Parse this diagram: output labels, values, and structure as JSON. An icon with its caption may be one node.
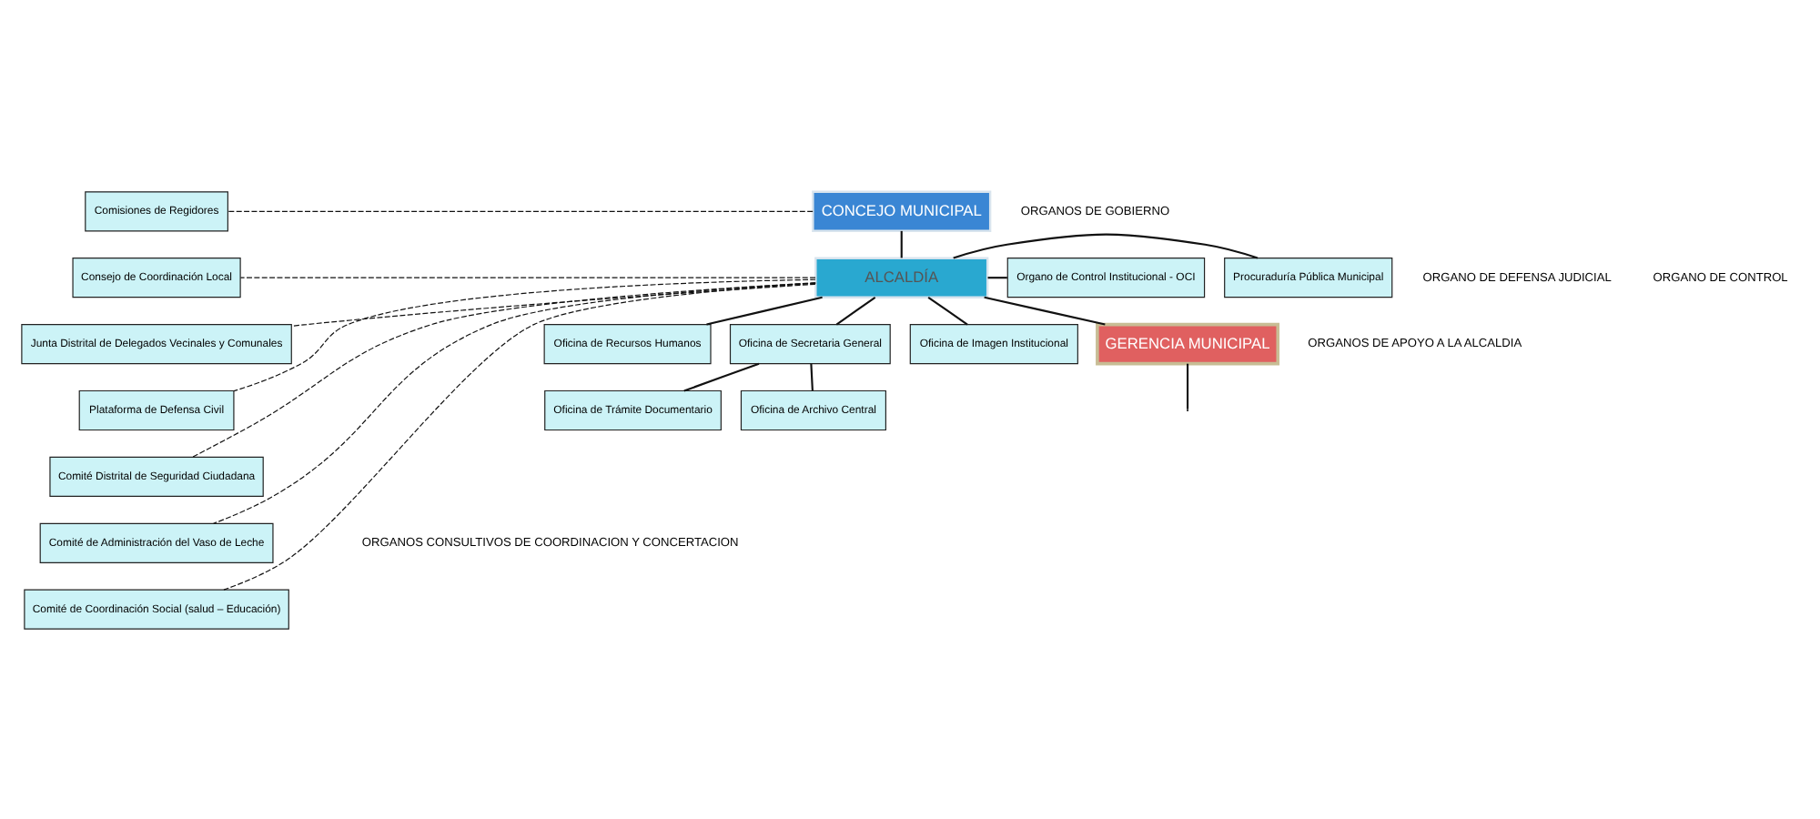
{
  "diagram": {
    "nodes": [
      {
        "text": [
          "CONCEJO MUNICIPAL"
        ]
      },
      {
        "text": [
          "Comisiones de Regidores"
        ]
      },
      {
        "text": [
          "ALCALDÍA"
        ]
      },
      {
        "text": [
          "Procuraduría Pública Municipal"
        ]
      },
      {
        "text": [
          "Organo de Control Institucional - OCI"
        ]
      },
      {
        "text": [
          "Consejo de Coordinación Local"
        ]
      },
      {
        "text": [
          "Junta Distrital de Delegados Vecinales y Comunales"
        ]
      },
      {
        "text": [
          "Plataforma de Defensa Civil"
        ]
      },
      {
        "text": [
          "Comité Distrital de Seguridad Ciudadana"
        ]
      },
      {
        "text": [
          "Comité de Administración del Vaso de Leche"
        ]
      },
      {
        "text": [
          "Comité de Coordinación Social (salud – Educación)"
        ]
      },
      {
        "text": [
          "Oficina de Recursos Humanos"
        ]
      },
      {
        "text": [
          "Oficina de Secretaria General"
        ]
      },
      {
        "text": [
          "Oficina de Imagen Institucional"
        ]
      },
      {
        "text": [
          "GERENCIA MUNICIPAL"
        ]
      },
      {
        "text": [
          "Oficina de Trámite Documentario"
        ]
      },
      {
        "text": [
          "Oficina de Archivo Central"
        ]
      }
    ],
    "edges": [
      {
        "from": 0,
        "to": 1,
        "arrow": "none",
        "style": "dashed"
      },
      {
        "from": 0,
        "to": 2,
        "arrow": "none"
      },
      {
        "from": 2,
        "to": 3,
        "arrow": "none"
      },
      {
        "from": 2,
        "to": 4,
        "arrow": "none"
      },
      {
        "from": 2,
        "to": 5,
        "arrow": "none",
        "style": "dashed"
      },
      {
        "from": 2,
        "to": 6,
        "arrow": "none",
        "style": "dashed"
      },
      {
        "from": 2,
        "to": 7,
        "arrow": "none",
        "style": "dashed"
      },
      {
        "from": 2,
        "to": 8,
        "arrow": "none",
        "style": "dashed"
      },
      {
        "from": 2,
        "to": 9,
        "arrow": "none",
        "style": "dashed"
      },
      {
        "from": 2,
        "to": 10,
        "arrow": "none",
        "style": "dashed"
      },
      {
        "from": 2,
        "to": 11,
        "arrow": "none"
      },
      {
        "from": 2,
        "to": 12,
        "arrow": "none"
      },
      {
        "from": 2,
        "to": 13,
        "arrow": "none"
      },
      {
        "from": 2,
        "to": 14,
        "arrow": "none"
      },
      {
        "from": 12,
        "to": 15,
        "arrow": "none"
      },
      {
        "from": 12,
        "to": 16,
        "arrow": "none"
      },
      {
        "from": 14,
        "to": null,
        "arrow": "none"
      }
    ],
    "labels": [
      "ORGANOS DE GOBIERNO",
      "ORGANO DE DEFENSA JUDICIAL",
      "ORGANO DE CONTROL",
      "ORGANOS DE APOYO A LA ALCALDIA",
      "ORGANOS CONSULTIVOS DE COORDINACION Y CONCERTACION"
    ]
  }
}
